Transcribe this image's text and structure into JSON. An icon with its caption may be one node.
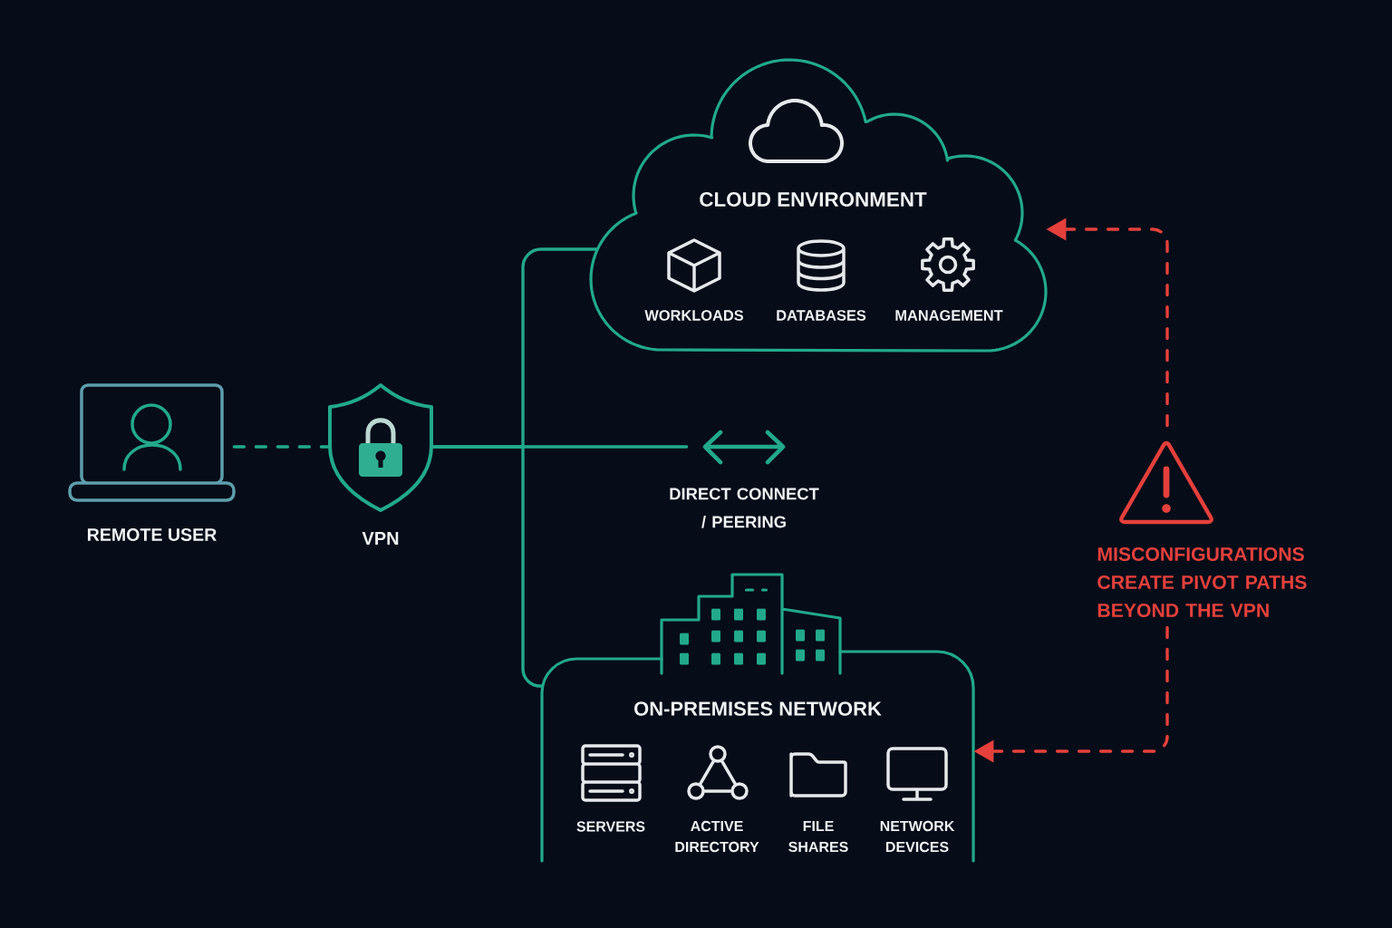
{
  "diagram": {
    "nodes": [
      {
        "text": [
          "REMOTE USER"
        ]
      },
      {
        "text": [
          "VPN"
        ]
      },
      {
        "text": [
          "CLOUD ENVIRONMENT"
        ]
      },
      {
        "text": [
          "WORKLOADS"
        ],
        "in": 2
      },
      {
        "text": [
          "DATABASES"
        ],
        "in": 2
      },
      {
        "text": [
          "MANAGEMENT"
        ],
        "in": 2
      },
      {
        "text": [
          "DIRECT CONNECT / PEERING"
        ]
      },
      {
        "text": [
          "ON-PREMISES NETWORK"
        ]
      },
      {
        "text": [
          "SERVERS"
        ],
        "in": 7
      },
      {
        "text": [
          "ACTIVE DIRECTORY"
        ],
        "in": 7
      },
      {
        "text": [
          "FILE SHARES"
        ],
        "in": 7
      },
      {
        "text": [
          "NETWORK DEVICES"
        ],
        "in": 7
      },
      {
        "text": [
          "MISCONFIGURATIONS CREATE PIVOT PATHS BEYOND THE VPN"
        ]
      }
    ],
    "edges": [
      {
        "from": 0,
        "to": 1,
        "arrow": "none",
        "style": "dashed"
      },
      {
        "from": 1,
        "to": 2,
        "arrow": "none"
      },
      {
        "from": 1,
        "to": 6,
        "arrow": "none"
      },
      {
        "from": 1,
        "to": 7,
        "arrow": "none"
      },
      {
        "from": 12,
        "to": 2,
        "arrow": "to",
        "style": "dashed",
        "color": "#e5403c"
      },
      {
        "from": 12,
        "to": 7,
        "arrow": "to",
        "style": "dashed",
        "color": "#e5403c"
      }
    ]
  }
}
